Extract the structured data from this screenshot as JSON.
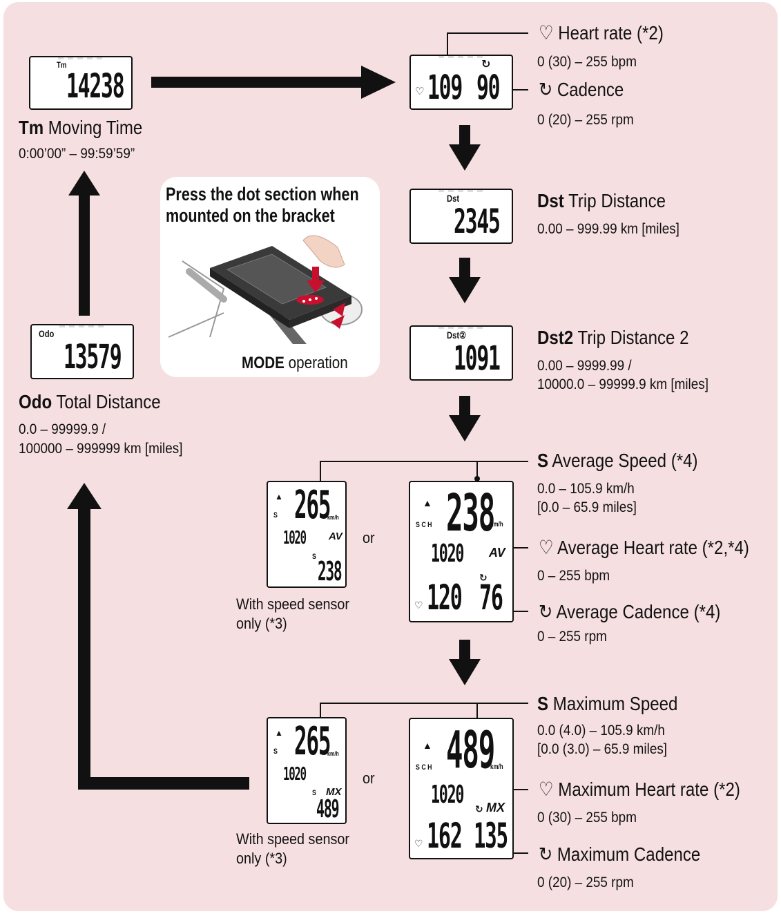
{
  "moving_time": {
    "screen_tag": "Tm",
    "screen_value": "14238",
    "label_bold": "Tm",
    "label": "Moving Time",
    "range": "0:00’00” – 99:59’59”"
  },
  "heart_cadence": {
    "heart_value": "109",
    "cadence_value": "90",
    "heart_label": "Heart rate (*2)",
    "heart_range": "0 (30) – 255 bpm",
    "cadence_label": "Cadence",
    "cadence_range": "0 (20) – 255 rpm"
  },
  "trip_distance": {
    "screen_tag": "Dst",
    "screen_value": "2345",
    "label_bold": "Dst",
    "label": "Trip Distance",
    "range": "0.00 – 999.99 km [miles]"
  },
  "trip_distance_2": {
    "screen_tag": "Dst②",
    "screen_value": "1091",
    "label_bold": "Dst2",
    "label": "Trip Distance 2",
    "range_1": "0.00 – 9999.99 /",
    "range_2": "10000.0 – 99999.9 km [miles]"
  },
  "odometer": {
    "screen_tag": "Odo",
    "screen_value": "13579",
    "label_bold": "Odo",
    "label": "Total Distance",
    "range_1": "0.0 – 99999.9 /",
    "range_2": "100000 – 999999 km [miles]"
  },
  "press_callout": {
    "title_1": "Press the dot section when",
    "title_2": "mounted on the bracket",
    "caption_bold": "MODE",
    "caption": "operation"
  },
  "average": {
    "speed_prefix": "S",
    "speed_label": "Average Speed (*4)",
    "speed_range_1": "0.0 – 105.9 km/h",
    "speed_range_2": "[0.0 – 65.9 miles]",
    "heart_label": "Average Heart rate (*2,*4)",
    "heart_range": "0 – 255 bpm",
    "cadence_label": "Average Cadence (*4)",
    "cadence_range": "0 – 255 rpm",
    "screen_speed": "238",
    "screen_clock": "1020",
    "screen_badge": "AV",
    "screen_heart": "120",
    "screen_cadence": "76",
    "unit": "km/h",
    "small_speed": "265",
    "small_clock": "1020",
    "small_badge": "AV",
    "small_s": "S",
    "small_value": "238"
  },
  "maximum": {
    "speed_prefix": "S",
    "speed_label": "Maximum Speed",
    "speed_range_1": "0.0 (4.0) – 105.9 km/h",
    "speed_range_2": "[0.0 (3.0) – 65.9 miles]",
    "heart_label": "Maximum Heart rate (*2)",
    "heart_range": "0 (30) – 255 bpm",
    "cadence_label": "Maximum Cadence",
    "cadence_range": "0 (20) – 255 rpm",
    "screen_speed": "489",
    "screen_clock": "1020",
    "screen_badge": "MX",
    "screen_heart": "162",
    "screen_cadence": "135",
    "unit": "km/h",
    "small_speed": "265",
    "small_clock": "1020",
    "small_badge": "MX",
    "small_s": "S",
    "small_value": "489"
  },
  "common": {
    "or_text": "or",
    "speed_only_1": "With speed sensor",
    "speed_only_2": "only (*3)"
  },
  "colors": {
    "background": "#f6dfe1",
    "arrow": "#111111",
    "accent_red": "#c8102e"
  }
}
